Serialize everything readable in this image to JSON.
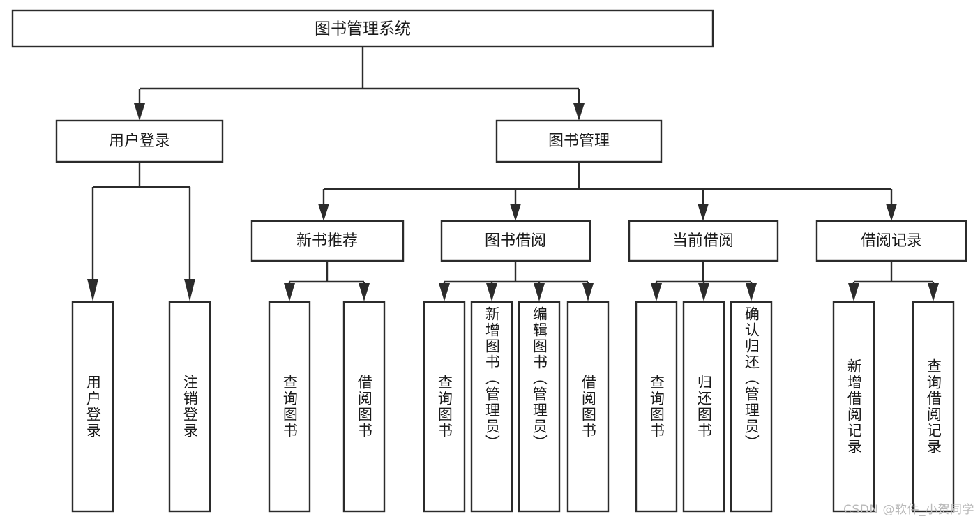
{
  "diagram": {
    "type": "tree-hierarchy",
    "title": "图书管理系统",
    "background_color": "#ffffff",
    "line_color": "#2b2b2b",
    "text_color": "#1a1a1a",
    "root": {
      "label": "图书管理系统",
      "level": 0
    },
    "level1": [
      {
        "label": "用户登录"
      },
      {
        "label": "图书管理"
      }
    ],
    "level2": [
      {
        "label": "新书推荐"
      },
      {
        "label": "图书借阅"
      },
      {
        "label": "当前借阅"
      },
      {
        "label": "借阅记录"
      }
    ],
    "leaves": {
      "user_login": [
        {
          "label": "用户登录"
        },
        {
          "label": "注销登录"
        }
      ],
      "new_book_recommend": [
        {
          "label": "查询图书"
        },
        {
          "label": "借阅图书"
        }
      ],
      "book_borrow": [
        {
          "label": "查询图书"
        },
        {
          "label": "新增图书（管理员）"
        },
        {
          "label": "编辑图书（管理员）"
        },
        {
          "label": "借阅图书"
        }
      ],
      "current_borrow": [
        {
          "label": "查询图书"
        },
        {
          "label": "归还图书"
        },
        {
          "label": "确认归还（管理员）"
        }
      ],
      "borrow_record": [
        {
          "label": "新增借阅记录"
        },
        {
          "label": "查询借阅记录"
        }
      ]
    }
  },
  "watermark": {
    "text": "CSDN @软件_小贺同学"
  }
}
